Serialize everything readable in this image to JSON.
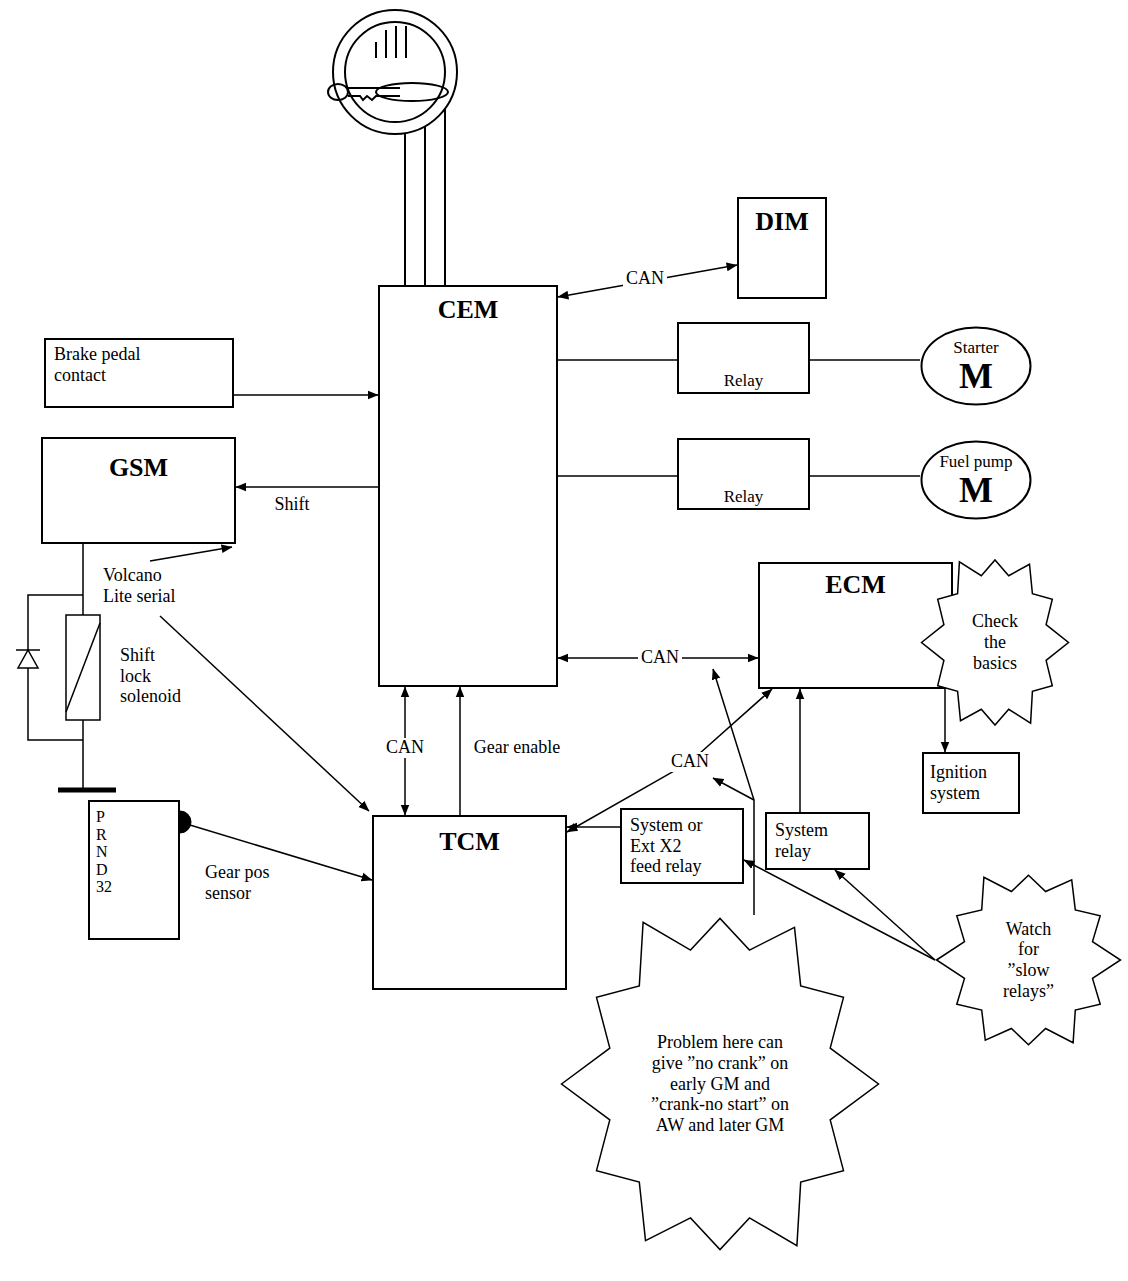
{
  "diagram": {
    "nodes": [
      {
        "text": [
          "DIM"
        ]
      },
      {
        "text": [
          "CEM"
        ]
      },
      {
        "text": [
          "Brake pedal contact"
        ]
      },
      {
        "text": [
          "Relay"
        ]
      },
      {
        "text": [
          "Starter",
          "M"
        ]
      },
      {
        "text": [
          "GSM"
        ]
      },
      {
        "text": [
          "Relay"
        ]
      },
      {
        "text": [
          "Fuel pump",
          "M"
        ]
      },
      {
        "text": [
          "ECM"
        ]
      },
      {
        "text": [
          "Check the basics"
        ]
      },
      {
        "text": [
          "TCM"
        ]
      },
      {
        "text": [
          "System or Ext X2 feed relay"
        ]
      },
      {
        "text": [
          "System relay"
        ]
      },
      {
        "text": [
          "Ignition system"
        ]
      },
      {
        "text": [
          "PRND32"
        ]
      },
      {
        "text": [
          "Watch for ”slow relays”"
        ]
      },
      {
        "text": [
          "Problem here can give ”no crank” on early GM and ”crank-no start” on AW and later GM"
        ]
      }
    ],
    "edges": [
      {
        "from": 1,
        "to": 0,
        "label": "CAN",
        "arrow": "both"
      },
      {
        "from": 2,
        "to": 1,
        "arrow": "to"
      },
      {
        "from": 1,
        "to": 3,
        "arrow": "none"
      },
      {
        "from": 3,
        "to": 4,
        "arrow": "none"
      },
      {
        "from": 1,
        "to": 5,
        "label": "Shift",
        "arrow": "to"
      },
      {
        "from": 1,
        "to": 6,
        "arrow": "none"
      },
      {
        "from": 6,
        "to": 7,
        "arrow": "none"
      },
      {
        "from": 8,
        "to": 1,
        "label": "CAN",
        "arrow": "both"
      },
      {
        "from": 10,
        "to": 1,
        "label": "CAN",
        "arrow": "both"
      },
      {
        "from": 10,
        "to": 1,
        "label": "Gear enable",
        "arrow": "to"
      },
      {
        "from": 8,
        "to": 10,
        "label": "CAN",
        "arrow": "both"
      },
      {
        "from": 12,
        "to": 8,
        "arrow": "to"
      },
      {
        "from": 11,
        "to": 10,
        "arrow": "to"
      },
      {
        "from": 8,
        "to": 13,
        "arrow": "to"
      },
      {
        "from": 14,
        "to": 10,
        "arrow": "to"
      },
      {
        "from": 15,
        "to": 11,
        "arrow": "to"
      },
      {
        "from": 15,
        "to": 12,
        "arrow": "to"
      }
    ],
    "labels": [
      "Volcano Lite serial",
      "Shift lock solenoid",
      "Gear pos sensor"
    ]
  }
}
